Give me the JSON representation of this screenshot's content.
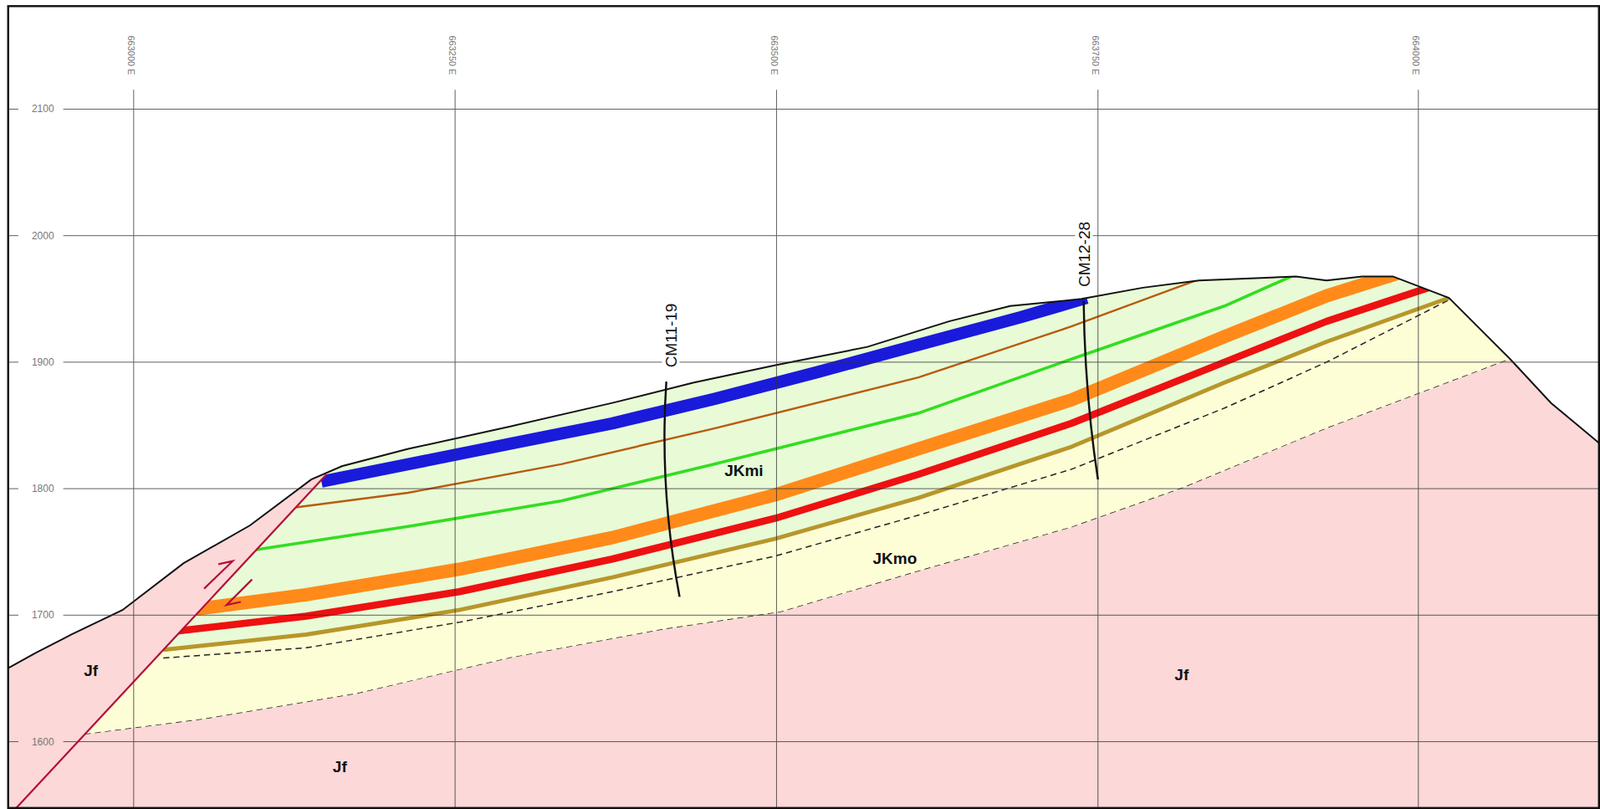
{
  "diagram": {
    "labels": [
      "663000 E",
      "663250 E",
      "663500 E",
      "663750 E",
      "664000 E",
      "2100",
      "2000",
      "1900",
      "1800",
      "1700",
      "1600",
      "Jf",
      "JKmi",
      "JKmo",
      "CM11-19",
      "CM12-28",
      "Jf",
      "Jf"
    ]
  }
}
